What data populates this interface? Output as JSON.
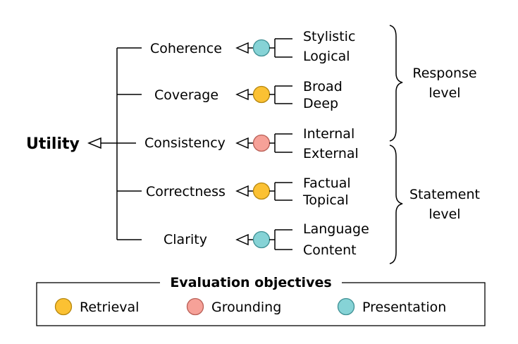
{
  "root": {
    "label": "Utility"
  },
  "dimensions": [
    {
      "label": "Coherence",
      "objective": "presentation",
      "subs": [
        "Stylistic",
        "Logical"
      ]
    },
    {
      "label": "Coverage",
      "objective": "retrieval",
      "subs": [
        "Broad",
        "Deep"
      ]
    },
    {
      "label": "Consistency",
      "objective": "grounding",
      "subs": [
        "Internal",
        "External"
      ]
    },
    {
      "label": "Correctness",
      "objective": "retrieval",
      "subs": [
        "Factual",
        "Topical"
      ]
    },
    {
      "label": "Clarity",
      "objective": "presentation",
      "subs": [
        "Language",
        "Content"
      ]
    }
  ],
  "levels": {
    "response": {
      "line1": "Response",
      "line2": "level"
    },
    "statement": {
      "line1": "Statement",
      "line2": "level"
    }
  },
  "legend": {
    "title": "Evaluation objectives",
    "items": [
      {
        "key": "retrieval",
        "label": "Retrieval"
      },
      {
        "key": "grounding",
        "label": "Grounding"
      },
      {
        "key": "presentation",
        "label": "Presentation"
      }
    ]
  },
  "colors": {
    "retrieval": {
      "fill": "#FBC133",
      "stroke": "#B5860E"
    },
    "grounding": {
      "fill": "#F6A198",
      "stroke": "#B85E55"
    },
    "presentation": {
      "fill": "#86D3D6",
      "stroke": "#3E8F93"
    }
  }
}
